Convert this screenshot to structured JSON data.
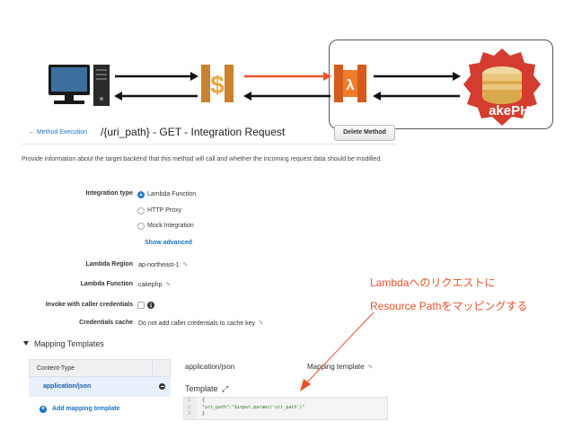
{
  "diagram": {
    "cakephp_logo_text": "akePHP"
  },
  "header": {
    "back_link": "← Method Execution",
    "title": "/{uri_path} - GET - Integration Request",
    "delete_button": "Delete Method"
  },
  "description": "Provide information about the target backend that this method will call and whether the incoming request data should be modified.",
  "integration": {
    "type_label": "Integration type",
    "options": [
      "Lambda Function",
      "HTTP Proxy",
      "Mock Integration"
    ],
    "selected_index": 0,
    "show_advanced": "Show advanced",
    "region_label": "Lambda Region",
    "region_value": "ap-northeast-1",
    "function_label": "Lambda Function",
    "function_value": "cakephp",
    "invoke_label": "Invoke with caller credentials",
    "cache_label": "Credentials cache",
    "cache_value": "Do not add caller credentials to cache key"
  },
  "mapping": {
    "section_title": "Mapping Templates",
    "content_type_header": "Content-Type",
    "content_type_row": "application/json",
    "add_link": "Add mapping template",
    "pane_title": "application/json",
    "pane_mapping_label": "Mapping template",
    "template_title": "Template",
    "code_lines": [
      "1",
      "2",
      "3"
    ],
    "code_open": "{",
    "code_key": "\"uri_path\"",
    "code_colon": ":",
    "code_value": "\"$input.params('uri_path')\"",
    "code_close": "}"
  },
  "annotation": {
    "line1": "Lambdaへのリクエストに",
    "line2": "Resource Pathをマッピングする",
    "color": "#e8532b"
  }
}
